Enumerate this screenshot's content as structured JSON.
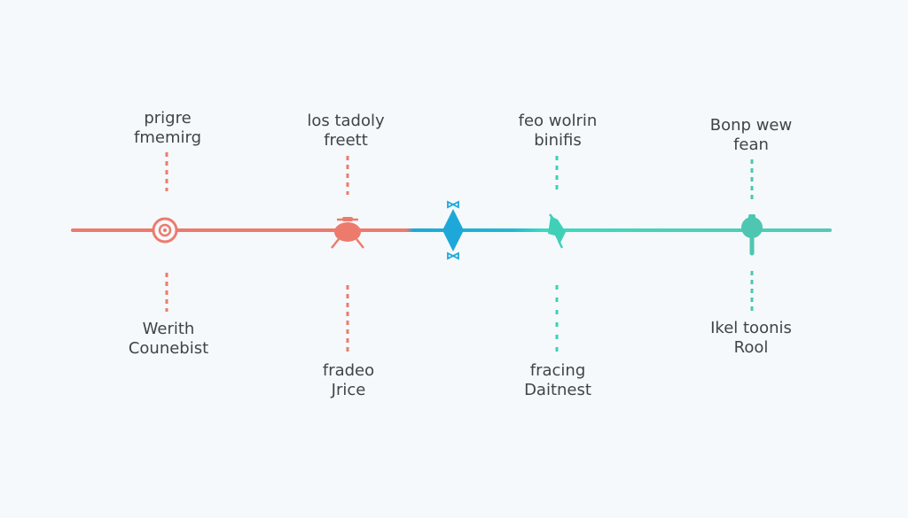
{
  "colors": {
    "background": "#f5f9fb",
    "coral": "#ec7b6e",
    "blue": "#1ea8d9",
    "teal": "#3fd0b8",
    "teal_dark": "#4fc6b1",
    "text": "#3f4449"
  },
  "milestones": [
    {
      "top": [
        "prigre",
        "fmemirg"
      ],
      "bottom": [
        "Werith",
        "Counebist"
      ],
      "icon": "target-icon",
      "color": "#ec7b6e"
    },
    {
      "top": [
        "los tadoly",
        "freett"
      ],
      "bottom": [
        "fradeo",
        "Jrice"
      ],
      "icon": "pot-icon",
      "color": "#ec7b6e"
    },
    {
      "top": [],
      "bottom": [],
      "icon": "diamond-icon",
      "color": "#1ea8d9"
    },
    {
      "top": [
        "feo wolrin",
        "binifis"
      ],
      "bottom": [
        "fracing",
        "Daitnest"
      ],
      "icon": "bird-icon",
      "color": "#3fd0b8"
    },
    {
      "top": [
        "Bonp wew",
        "fean"
      ],
      "bottom": [
        "Ikel toonis",
        "Rool"
      ],
      "icon": "pin-icon",
      "color": "#4fc6b1"
    }
  ]
}
